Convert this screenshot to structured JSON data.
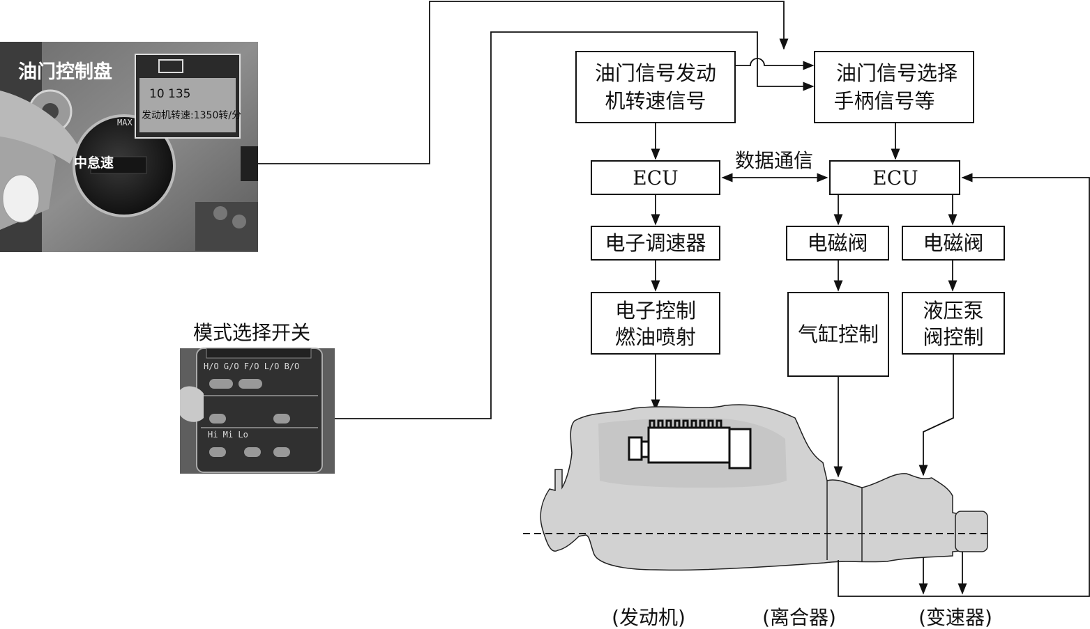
{
  "photos": {
    "throttle_panel": {
      "title": "油门控制盘",
      "lcd_line1": "10   135",
      "lcd_line2": "发动机转速:1350转/分",
      "max_mark": "MAX",
      "mid_idle": "中怠速"
    },
    "mode_panel": {
      "title": "模式选择开关",
      "keys_row1": "H/O  G/O  F/O  L/O  B/O",
      "keys_row3": "Hi   Mi   Lo"
    }
  },
  "blocks": {
    "throttle_signal": [
      "油门信号发动",
      "机转速信号"
    ],
    "throttle_select": [
      "油门信号选择",
      "手柄信号等"
    ],
    "ecu_left": "ECU",
    "ecu_right": "ECU",
    "data_comm": "数据通信",
    "governor": "电子调速器",
    "solenoid_1": "电磁阀",
    "solenoid_2": "电磁阀",
    "fuel_injection": [
      "电子控制",
      "燃油喷射"
    ],
    "cylinder_control": "气缸控制",
    "pump_valve": [
      "液压泵",
      "阀控制"
    ]
  },
  "labels": {
    "engine": "(发动机)",
    "clutch": "(离合器)",
    "gearbox": "(变速器)"
  }
}
